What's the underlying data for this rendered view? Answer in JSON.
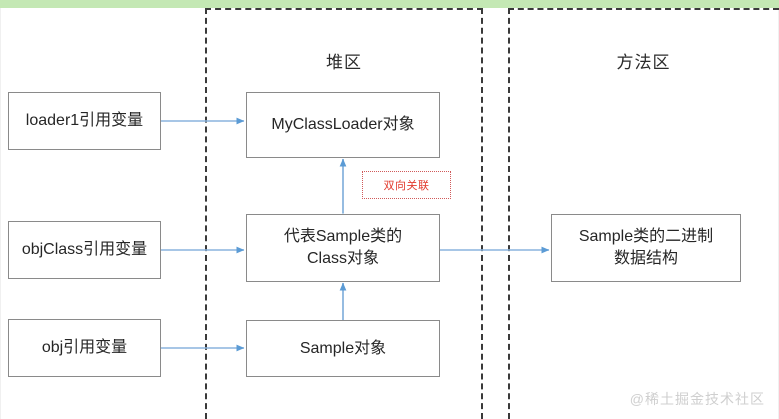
{
  "diagram": {
    "title_watermark": "@稀土掘金技术社区",
    "accent_colors": {
      "top_band": "#c4e8b4",
      "arrow": "#8ab4de",
      "box_border": "#8a8a8a",
      "region_border": "#3a3a3a",
      "annotation_text": "#e23b2e",
      "annotation_border": "#d05a5a",
      "watermark": "#cfcfcf"
    },
    "regions": [
      {
        "id": "heap",
        "label": "堆区"
      },
      {
        "id": "method-area",
        "label": "方法区"
      }
    ],
    "boxes": [
      {
        "id": "loader1-ref",
        "label": "loader1引用变量"
      },
      {
        "id": "objclass-ref",
        "label": "objClass引用变量"
      },
      {
        "id": "obj-ref",
        "label": "obj引用变量"
      },
      {
        "id": "myclassloader-object",
        "label": "MyClassLoader对象"
      },
      {
        "id": "class-object",
        "line1": "代表Sample类的",
        "line2": "Class对象"
      },
      {
        "id": "sample-object",
        "label": "Sample对象"
      },
      {
        "id": "binary-data",
        "line1": "Sample类的二进制",
        "line2": "数据结构"
      }
    ],
    "annotation": {
      "id": "bidirectional-association",
      "label": "双向关联"
    },
    "arrows": [
      {
        "id": "loader1-to-myclassloader",
        "from": "loader1-ref",
        "to": "myclassloader-object",
        "direction": "one-way"
      },
      {
        "id": "objclass-to-class-object",
        "from": "objclass-ref",
        "to": "class-object",
        "direction": "one-way"
      },
      {
        "id": "obj-to-sample-object",
        "from": "obj-ref",
        "to": "sample-object",
        "direction": "one-way"
      },
      {
        "id": "class-object-to-binary",
        "from": "class-object",
        "to": "binary-data",
        "direction": "one-way"
      },
      {
        "id": "sample-to-class-object",
        "from": "sample-object",
        "to": "class-object",
        "direction": "one-way"
      },
      {
        "id": "myclassloader-class-link",
        "from": "myclassloader-object",
        "to": "class-object",
        "direction": "two-way"
      }
    ]
  }
}
